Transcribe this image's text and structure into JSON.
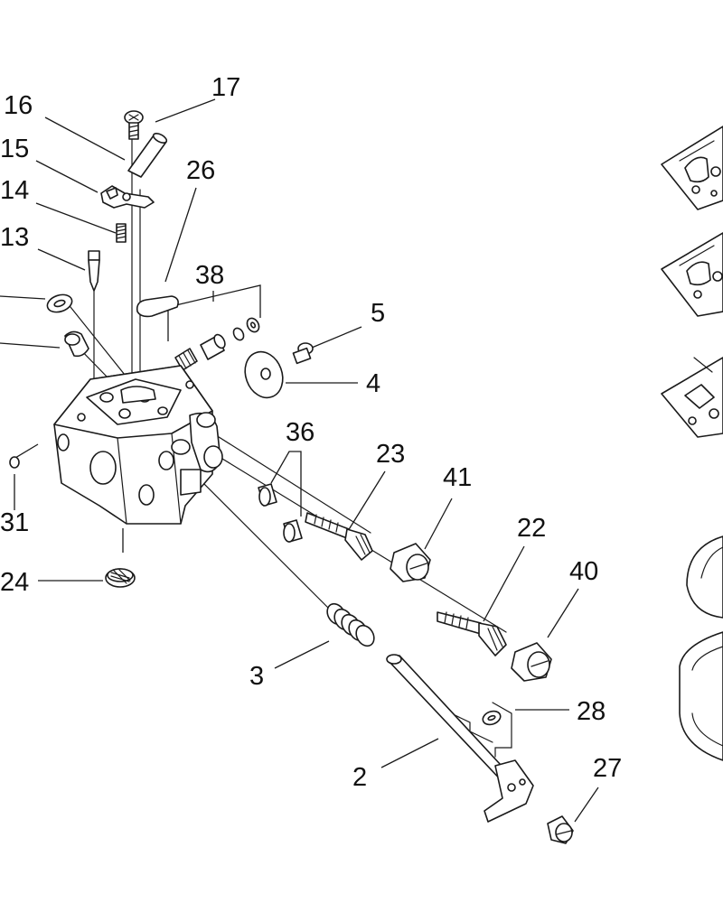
{
  "callouts": [
    {
      "id": "c17",
      "text": "17"
    },
    {
      "id": "c16",
      "text": "16"
    },
    {
      "id": "c15",
      "text": "15"
    },
    {
      "id": "c14",
      "text": "14"
    },
    {
      "id": "c13",
      "text": "13"
    },
    {
      "id": "c26",
      "text": "26"
    },
    {
      "id": "c38",
      "text": "38"
    },
    {
      "id": "c5",
      "text": "5"
    },
    {
      "id": "c4",
      "text": "4"
    },
    {
      "id": "c36",
      "text": "36"
    },
    {
      "id": "c23",
      "text": "23"
    },
    {
      "id": "c41",
      "text": "41"
    },
    {
      "id": "c22",
      "text": "22"
    },
    {
      "id": "c40",
      "text": "40"
    },
    {
      "id": "c31",
      "text": "31"
    },
    {
      "id": "c24",
      "text": "24"
    },
    {
      "id": "c3",
      "text": "3"
    },
    {
      "id": "c28",
      "text": "28"
    },
    {
      "id": "c2",
      "text": "2"
    },
    {
      "id": "c27",
      "text": "27"
    }
  ],
  "colors": {
    "line": "#1a1a1a",
    "background": "#ffffff"
  }
}
